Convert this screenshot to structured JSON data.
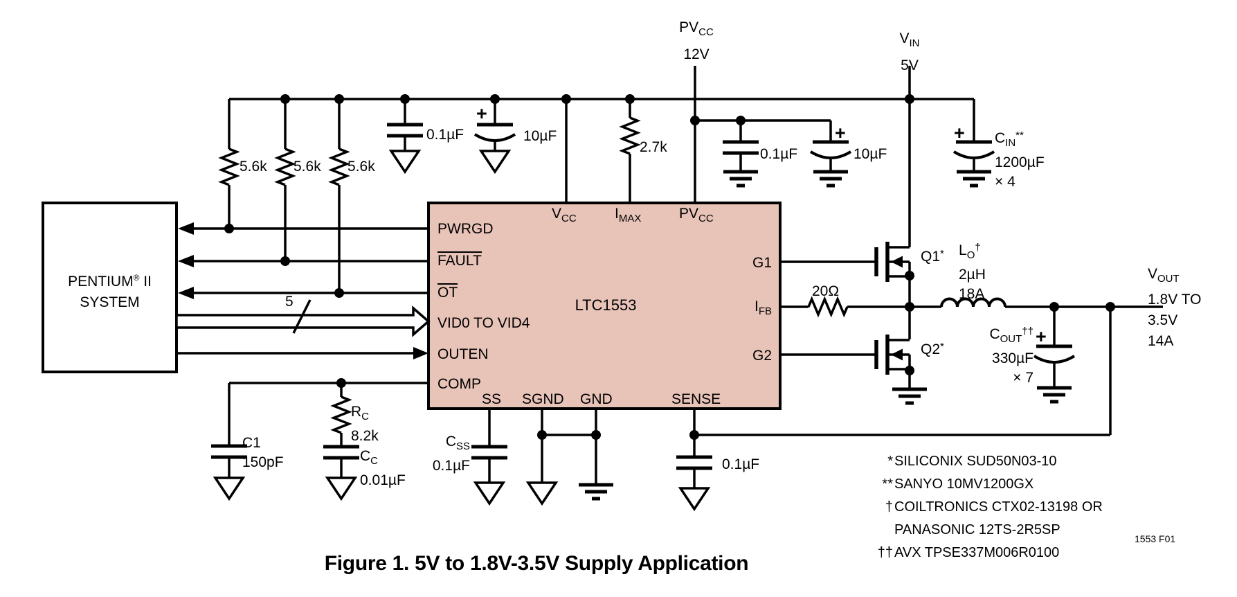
{
  "colors": {
    "ic_fill": "#e8c3b8",
    "line": "#000000",
    "background": "#ffffff"
  },
  "caption": "Figure 1. 5V to 1.8V-3.5V Supply Application",
  "figure_ref": "1553 F01",
  "system_box": {
    "line1_pre": "PENTIUM",
    "line1_sup": "®",
    "line1_post": " II",
    "line2": "SYSTEM"
  },
  "ic": {
    "name": "LTC1553",
    "pins": {
      "pwrgd": "PWRGD",
      "fault": "FAULT",
      "ot": "OT",
      "vid": "VID0 TO VID4",
      "outen": "OUTEN",
      "comp": "COMP",
      "vcc_main": "V",
      "vcc_sub": "CC",
      "imax_main": "I",
      "imax_sub": "MAX",
      "pvcc_main": "PV",
      "pvcc_sub": "CC",
      "g1": "G1",
      "ifb_main": "I",
      "ifb_sub": "FB",
      "g2": "G2",
      "ss": "SS",
      "sgnd": "SGND",
      "gnd": "GND",
      "sense": "SENSE"
    }
  },
  "supplies": {
    "pvcc": {
      "name_main": "PV",
      "name_sub": "CC",
      "voltage": "12V"
    },
    "vin": {
      "name_main": "V",
      "name_sub": "IN",
      "voltage": "5V"
    }
  },
  "output": {
    "name_main": "V",
    "name_sub": "OUT",
    "range_line1": "1.8V TO",
    "range_line2": "3.5V",
    "current": "14A"
  },
  "bus": {
    "width_label": "5"
  },
  "components": {
    "r1": "5.6k",
    "r2": "5.6k",
    "r3": "5.6k",
    "r_imax": "2.7k",
    "r_fb": "20Ω",
    "rc_name_main": "R",
    "rc_name_sub": "C",
    "rc_value": "8.2k",
    "c1_name": "C1",
    "c1_value": "150pF",
    "cc_name_main": "C",
    "cc_name_sub": "C",
    "cc_value": "0.01µF",
    "css_name_main": "C",
    "css_name_sub": "SS",
    "css_value": "0.1µF",
    "c_vcc_bypass": "0.1µF",
    "c_vcc_bulk": "10µF",
    "c_pvcc_bypass": "0.1µF",
    "c_pvcc_bulk": "10µF",
    "cin_name_main": "C",
    "cin_name_sub": "IN",
    "cin_name_post": "**",
    "cin_value": "1200µF",
    "cin_mult": "× 4",
    "cout_name_main": "C",
    "cout_name_sub": "OUT",
    "cout_name_post": "††",
    "cout_value": "330µF",
    "cout_mult": "× 7",
    "c_sense": "0.1µF",
    "q1_name": "Q1",
    "q1_post": "*",
    "q2_name": "Q2",
    "q2_post": "*",
    "l_name_main": "L",
    "l_name_sub": "O",
    "l_name_post": "†",
    "l_value": "2µH",
    "l_current": "18A",
    "plus": "+"
  },
  "notes": [
    {
      "marker": "*",
      "text": "SILICONIX SUD50N03-10"
    },
    {
      "marker": "**",
      "text": "SANYO 10MV1200GX"
    },
    {
      "marker": "†",
      "text": "COILTRONICS CTX02-13198 OR"
    },
    {
      "marker": "",
      "text": "PANASONIC 12TS-2R5SP"
    },
    {
      "marker": "††",
      "text": "AVX TPSE337M006R0100"
    }
  ]
}
